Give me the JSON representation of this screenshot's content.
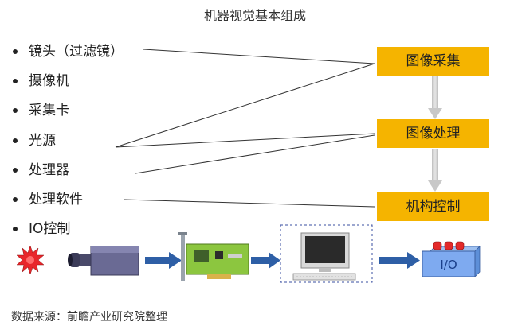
{
  "title": "机器视觉基本组成",
  "components": [
    "镜头（过滤镜）",
    "摄像机",
    "采集卡",
    "光源",
    "处理器",
    "处理软件",
    "IO控制"
  ],
  "stages": [
    "图像采集",
    "图像处理",
    "机构控制"
  ],
  "io_label": "I/O",
  "source": "数据来源：前瞻产业研究院整理",
  "colors": {
    "stage_box": "#f5b400",
    "arrow": "#2e5fa6",
    "light_source": "#e8262b",
    "card": "#8cc63f",
    "camera": "#5a5a8a"
  }
}
